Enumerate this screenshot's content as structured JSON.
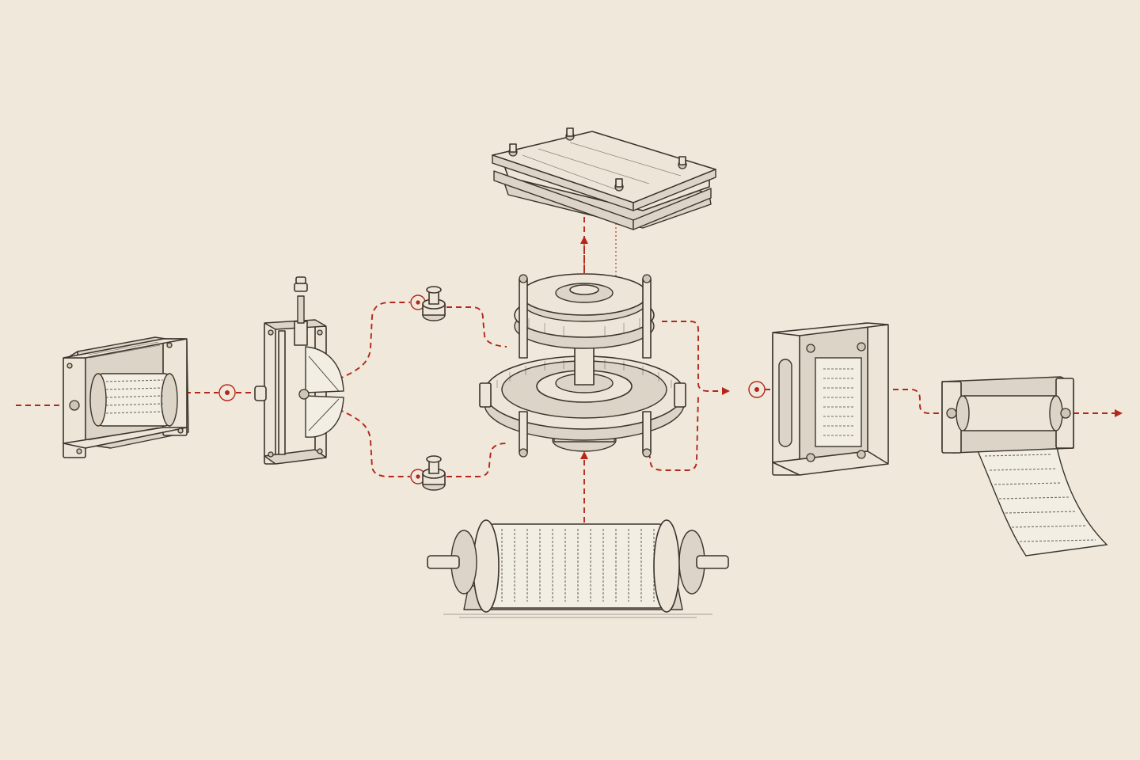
{
  "colors": {
    "background": "#efe8db",
    "ink": "#3a342c",
    "flow": "#b3271b"
  },
  "components": [
    {
      "id": "input-roller-frame",
      "icon": "roller-frame"
    },
    {
      "id": "splitter-press",
      "icon": "wedge-splitter"
    },
    {
      "id": "upper-knob",
      "icon": "knob"
    },
    {
      "id": "lower-knob",
      "icon": "knob"
    },
    {
      "id": "top-plate-stack",
      "icon": "double-plate"
    },
    {
      "id": "central-gear-assembly",
      "icon": "gear-rotor"
    },
    {
      "id": "bottom-drum",
      "icon": "drum-roller"
    },
    {
      "id": "output-frame",
      "icon": "framed-panel"
    },
    {
      "id": "paper-output-roller",
      "icon": "paper-roll"
    }
  ]
}
